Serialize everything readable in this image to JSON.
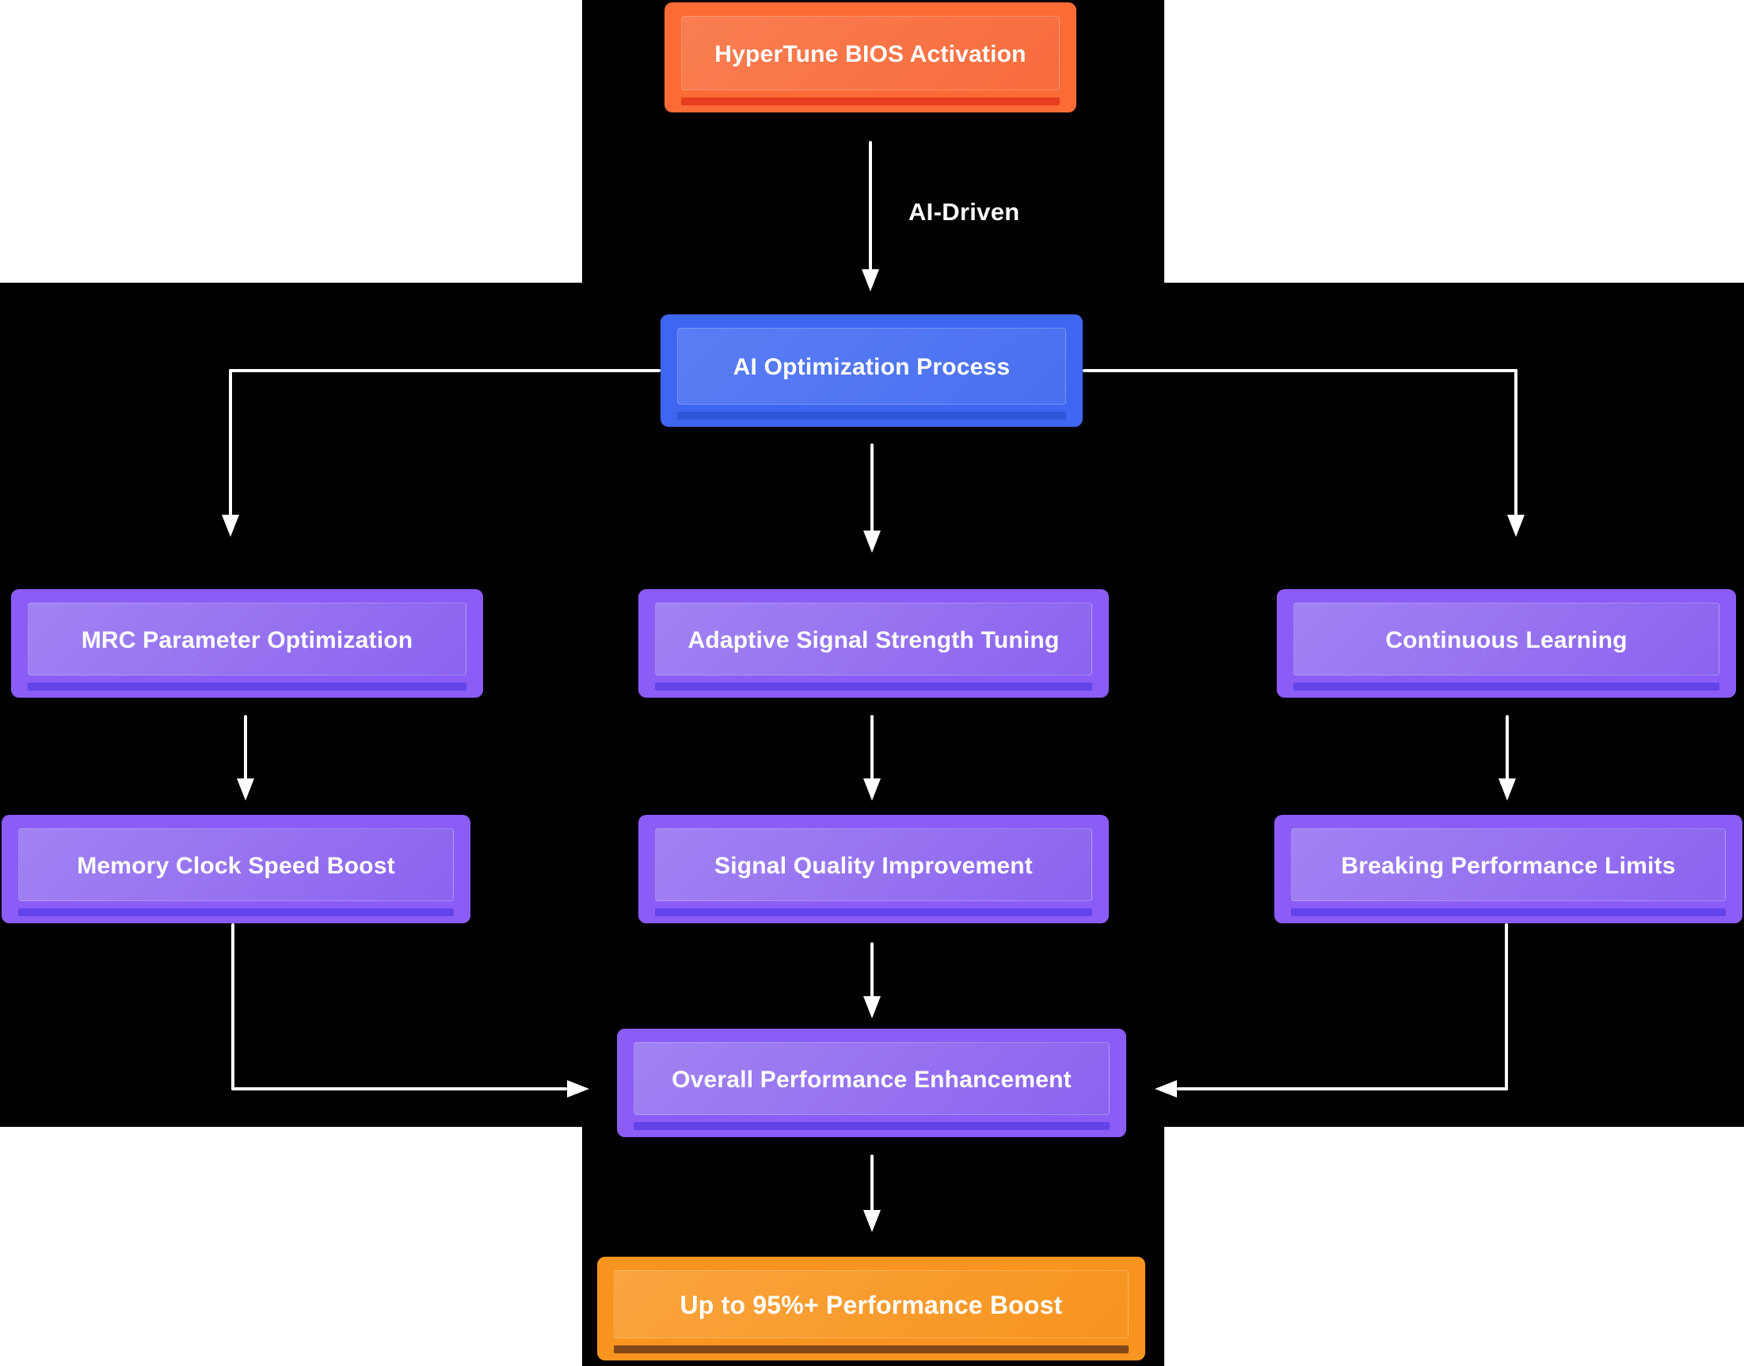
{
  "flow": {
    "edge_label": "AI-Driven",
    "background": {
      "page": "#ffffff",
      "diagram": "#000000",
      "line_color": "#ffffff",
      "text_color": "#ffffff"
    },
    "palette": {
      "orange": {
        "outer": "#fb6b36",
        "inner_top": "#f97e52",
        "inner_bottom": "#f86c3d",
        "stripe": "#e73e1f"
      },
      "blue": {
        "outer": "#3e66f0",
        "inner_top": "#5a7df4",
        "inner_bottom": "#4a70f0",
        "stripe": "#2b58d8"
      },
      "purple": {
        "outer": "#8b5cf6",
        "inner_top": "#a183f2",
        "inner_bottom": "#8c63ef",
        "stripe": "#6244e9"
      },
      "amber": {
        "outer": "#f8941f",
        "inner_top": "#f9a43e",
        "inner_bottom": "#f8941f",
        "stripe": "#82471a"
      }
    },
    "nodes": [
      {
        "id": "bios-activation",
        "label": "HyperTune BIOS Activation",
        "palette": "orange"
      },
      {
        "id": "ai-optimization",
        "label": "AI Optimization Process",
        "palette": "blue"
      },
      {
        "id": "mrc-parameter",
        "label": "MRC Parameter Optimization",
        "palette": "purple"
      },
      {
        "id": "adaptive-signal",
        "label": "Adaptive Signal Strength Tuning",
        "palette": "purple"
      },
      {
        "id": "continuous-learn",
        "label": "Continuous Learning",
        "palette": "purple"
      },
      {
        "id": "memory-clock",
        "label": "Memory Clock Speed Boost",
        "palette": "purple"
      },
      {
        "id": "signal-quality",
        "label": "Signal Quality Improvement",
        "palette": "purple"
      },
      {
        "id": "breaking-limits",
        "label": "Breaking Performance Limits",
        "palette": "purple"
      },
      {
        "id": "overall-perf",
        "label": "Overall Performance Enhancement",
        "palette": "purple"
      },
      {
        "id": "boost-result",
        "label": "Up to 95%+ Performance Boost",
        "palette": "amber"
      }
    ]
  }
}
